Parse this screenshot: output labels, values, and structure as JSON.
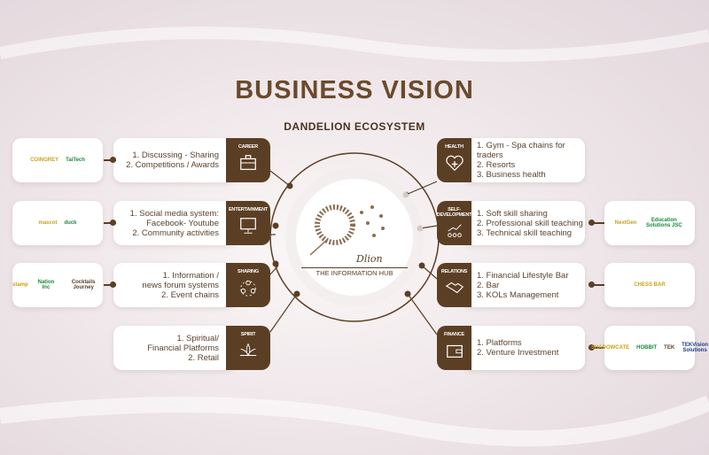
{
  "title": "BUSINESS VISION",
  "subtitle": "DANDELION ECOSYSTEM",
  "hub": {
    "script": "Dlion",
    "tagline": "THE INFORMATION HUB"
  },
  "left": [
    {
      "label": "CAREER",
      "icon": "briefcase-icon",
      "lines": [
        "1. Discussing - Sharing",
        "2. Competitions / Awards"
      ],
      "logos": [
        "COINGREY",
        "TaiTech"
      ]
    },
    {
      "label": "ENTERTAINMENT",
      "icon": "monitor-icon",
      "lines": [
        "1. Social media system:",
        "Facebook- Youtube",
        "2. Community activities"
      ],
      "logos": [
        "mascot",
        "duck"
      ]
    },
    {
      "label": "SHARING",
      "icon": "people-circle-icon",
      "lines": [
        "1. Information /",
        "news forum systems",
        "2. Event chains"
      ],
      "logos": [
        "stamp",
        "Nation Inc",
        "Cocktails Journey"
      ]
    },
    {
      "label": "SPIRIT",
      "icon": "lotus-icon",
      "lines": [
        "1. Spiritual/",
        "Financial Platforms",
        "2. Retail"
      ],
      "logos": []
    }
  ],
  "right": [
    {
      "label": "HEALTH",
      "icon": "heart-plus-icon",
      "lines": [
        "1. Gym - Spa chains for traders",
        "2. Resorts",
        "3. Business health"
      ],
      "logos": []
    },
    {
      "label": "SELF-DEVELOPMENT",
      "icon": "growth-people-icon",
      "lines": [
        "1. Soft skill sharing",
        "2. Professional skill teaching",
        "3. Technical skill teaching"
      ],
      "logos": [
        "NextGen",
        "Education Solutions JSC"
      ]
    },
    {
      "label": "RELATIONS",
      "icon": "handshake-icon",
      "lines": [
        "1. Financial Lifestyle Bar",
        "2. Bar",
        "3. KOLs Management"
      ],
      "logos": [
        "CHESS BAR"
      ]
    },
    {
      "label": "FINANCE",
      "icon": "wallet-icon",
      "lines": [
        "1. Platforms",
        "2. Venture Investment"
      ],
      "logos": [
        "SHADOWCATE",
        "HOBBIT",
        "TEK",
        "TEKVision Solutions"
      ]
    }
  ],
  "colors": {
    "brown": "#5b3f25",
    "title": "#6a4a2c"
  }
}
